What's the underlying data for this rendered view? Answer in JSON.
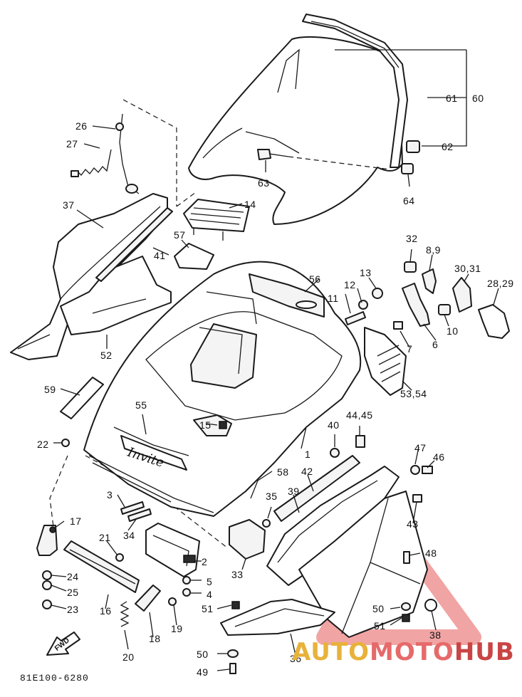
{
  "diagram": {
    "drawing_code": "81E100-6280",
    "direction_marker": "FWD",
    "logo_script": "Invite",
    "callouts": [
      {
        "id": "c1",
        "text": "1"
      },
      {
        "id": "c2",
        "text": "2"
      },
      {
        "id": "c3",
        "text": "3"
      },
      {
        "id": "c4",
        "text": "4"
      },
      {
        "id": "c5",
        "text": "5"
      },
      {
        "id": "c6",
        "text": "6"
      },
      {
        "id": "c7",
        "text": "7"
      },
      {
        "id": "c89",
        "text": "8,9"
      },
      {
        "id": "c10",
        "text": "10"
      },
      {
        "id": "c11",
        "text": "11"
      },
      {
        "id": "c12",
        "text": "12"
      },
      {
        "id": "c13",
        "text": "13"
      },
      {
        "id": "c14",
        "text": "14"
      },
      {
        "id": "c15",
        "text": "15"
      },
      {
        "id": "c16",
        "text": "16"
      },
      {
        "id": "c17",
        "text": "17"
      },
      {
        "id": "c18",
        "text": "18"
      },
      {
        "id": "c19",
        "text": "19"
      },
      {
        "id": "c20",
        "text": "20"
      },
      {
        "id": "c21",
        "text": "21"
      },
      {
        "id": "c22",
        "text": "22"
      },
      {
        "id": "c23",
        "text": "23"
      },
      {
        "id": "c24",
        "text": "24"
      },
      {
        "id": "c25",
        "text": "25"
      },
      {
        "id": "c26",
        "text": "26"
      },
      {
        "id": "c27",
        "text": "27"
      },
      {
        "id": "c2829",
        "text": "28,29"
      },
      {
        "id": "c3031",
        "text": "30,31"
      },
      {
        "id": "c32",
        "text": "32"
      },
      {
        "id": "c33",
        "text": "33"
      },
      {
        "id": "c34",
        "text": "34"
      },
      {
        "id": "c35",
        "text": "35"
      },
      {
        "id": "c36",
        "text": "36"
      },
      {
        "id": "c37",
        "text": "37"
      },
      {
        "id": "c38",
        "text": "38"
      },
      {
        "id": "c39",
        "text": "39"
      },
      {
        "id": "c40",
        "text": "40"
      },
      {
        "id": "c41",
        "text": "41"
      },
      {
        "id": "c42",
        "text": "42"
      },
      {
        "id": "c43",
        "text": "43"
      },
      {
        "id": "c4445",
        "text": "44,45"
      },
      {
        "id": "c46",
        "text": "46"
      },
      {
        "id": "c47",
        "text": "47"
      },
      {
        "id": "c48",
        "text": "48"
      },
      {
        "id": "c49",
        "text": "49"
      },
      {
        "id": "c50a",
        "text": "50"
      },
      {
        "id": "c50b",
        "text": "50"
      },
      {
        "id": "c51a",
        "text": "51"
      },
      {
        "id": "c51b",
        "text": "51"
      },
      {
        "id": "c52",
        "text": "52"
      },
      {
        "id": "c5354",
        "text": "53,54"
      },
      {
        "id": "c55",
        "text": "55"
      },
      {
        "id": "c56",
        "text": "56"
      },
      {
        "id": "c57",
        "text": "57"
      },
      {
        "id": "c58",
        "text": "58"
      },
      {
        "id": "c59",
        "text": "59"
      },
      {
        "id": "c60",
        "text": "60"
      },
      {
        "id": "c61",
        "text": "61"
      },
      {
        "id": "c62",
        "text": "62"
      },
      {
        "id": "c63",
        "text": "63"
      },
      {
        "id": "c64",
        "text": "64"
      }
    ]
  },
  "watermark": {
    "part1": "AUTO",
    "part2": "MOTO",
    "part3": "HUB",
    "colors": {
      "auto": "#e8b23a",
      "moto": "#e66a6a",
      "hub": "#c94545"
    }
  }
}
